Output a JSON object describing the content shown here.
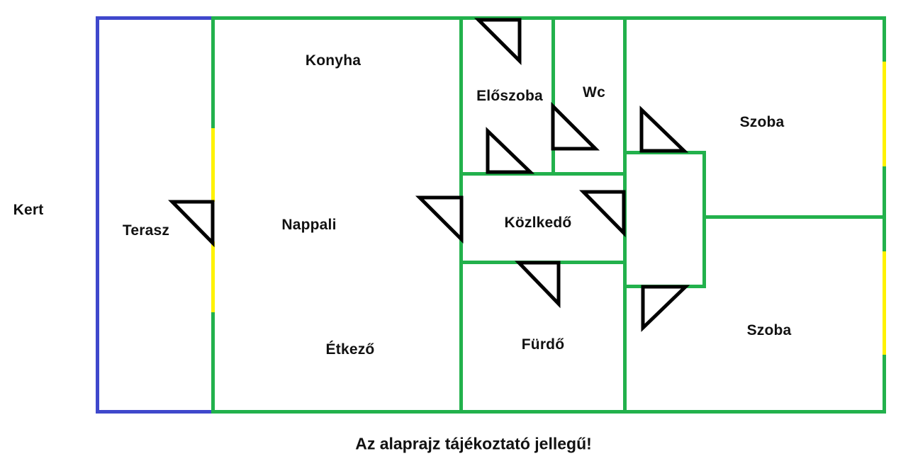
{
  "caption": "Az alaprajz tájékoztató jellegű!",
  "labels": {
    "kert": "Kert",
    "terasz": "Terasz",
    "konyha": "Konyha",
    "nappali": "Nappali",
    "etkezo": "Étkező",
    "eloszoba": "Előszoba",
    "wc": "Wc",
    "kozlekedo": "Közlkedő",
    "furdo": "Fürdő",
    "szoba_felso": "Szoba",
    "szoba_also": "Szoba"
  },
  "colors": {
    "wall": "#22B14C",
    "terrace_outline": "#3F48CC",
    "window": "#FFF200",
    "door_swing": "#000000",
    "background": "#FFFFFF",
    "text": "#111111"
  },
  "icons": {
    "door_swing": "right-triangle-door-arc-symbol"
  }
}
